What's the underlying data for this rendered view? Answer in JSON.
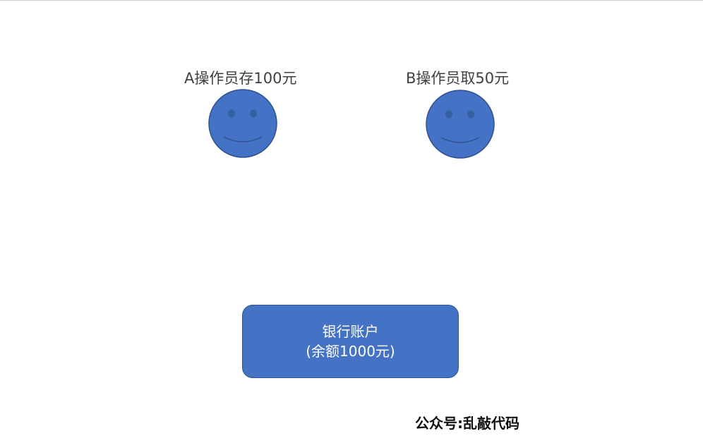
{
  "operators": [
    {
      "label": "A操作员存100元"
    },
    {
      "label": "B操作员取50元"
    }
  ],
  "account": {
    "title": "银行账户",
    "balance": "(余额1000元)"
  },
  "watermark": "公众号:乱敲代码",
  "colors": {
    "shape_fill": "#4472c4",
    "shape_border": "#2f528f",
    "label_text": "#404040",
    "box_text": "#ffffff"
  }
}
